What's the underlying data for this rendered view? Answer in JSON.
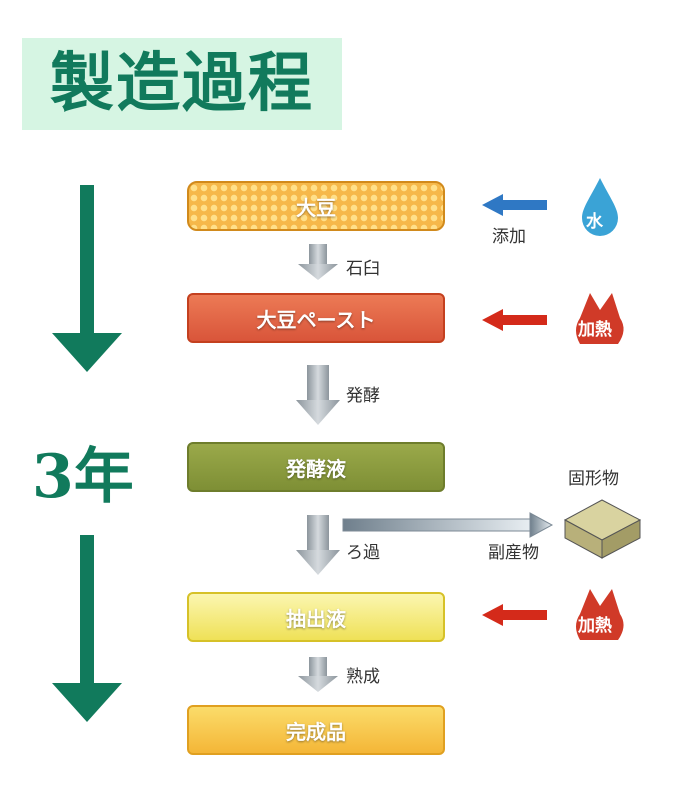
{
  "title": "製造過程",
  "duration": "3年",
  "steps": [
    {
      "label": "大豆"
    },
    {
      "label": "大豆ペースト"
    },
    {
      "label": "発酵液"
    },
    {
      "label": "抽出液"
    },
    {
      "label": "完成品"
    }
  ],
  "transitions": [
    "石臼",
    "発酵",
    "ろ過",
    "熟成"
  ],
  "inputs": {
    "add_label": "添加",
    "water": "水",
    "heat": "加熱"
  },
  "byproduct": {
    "label": "副産物",
    "type": "固形物"
  },
  "colors": {
    "green": "#117a5c",
    "blue": "#2f78c4",
    "red": "#d42a1a"
  }
}
